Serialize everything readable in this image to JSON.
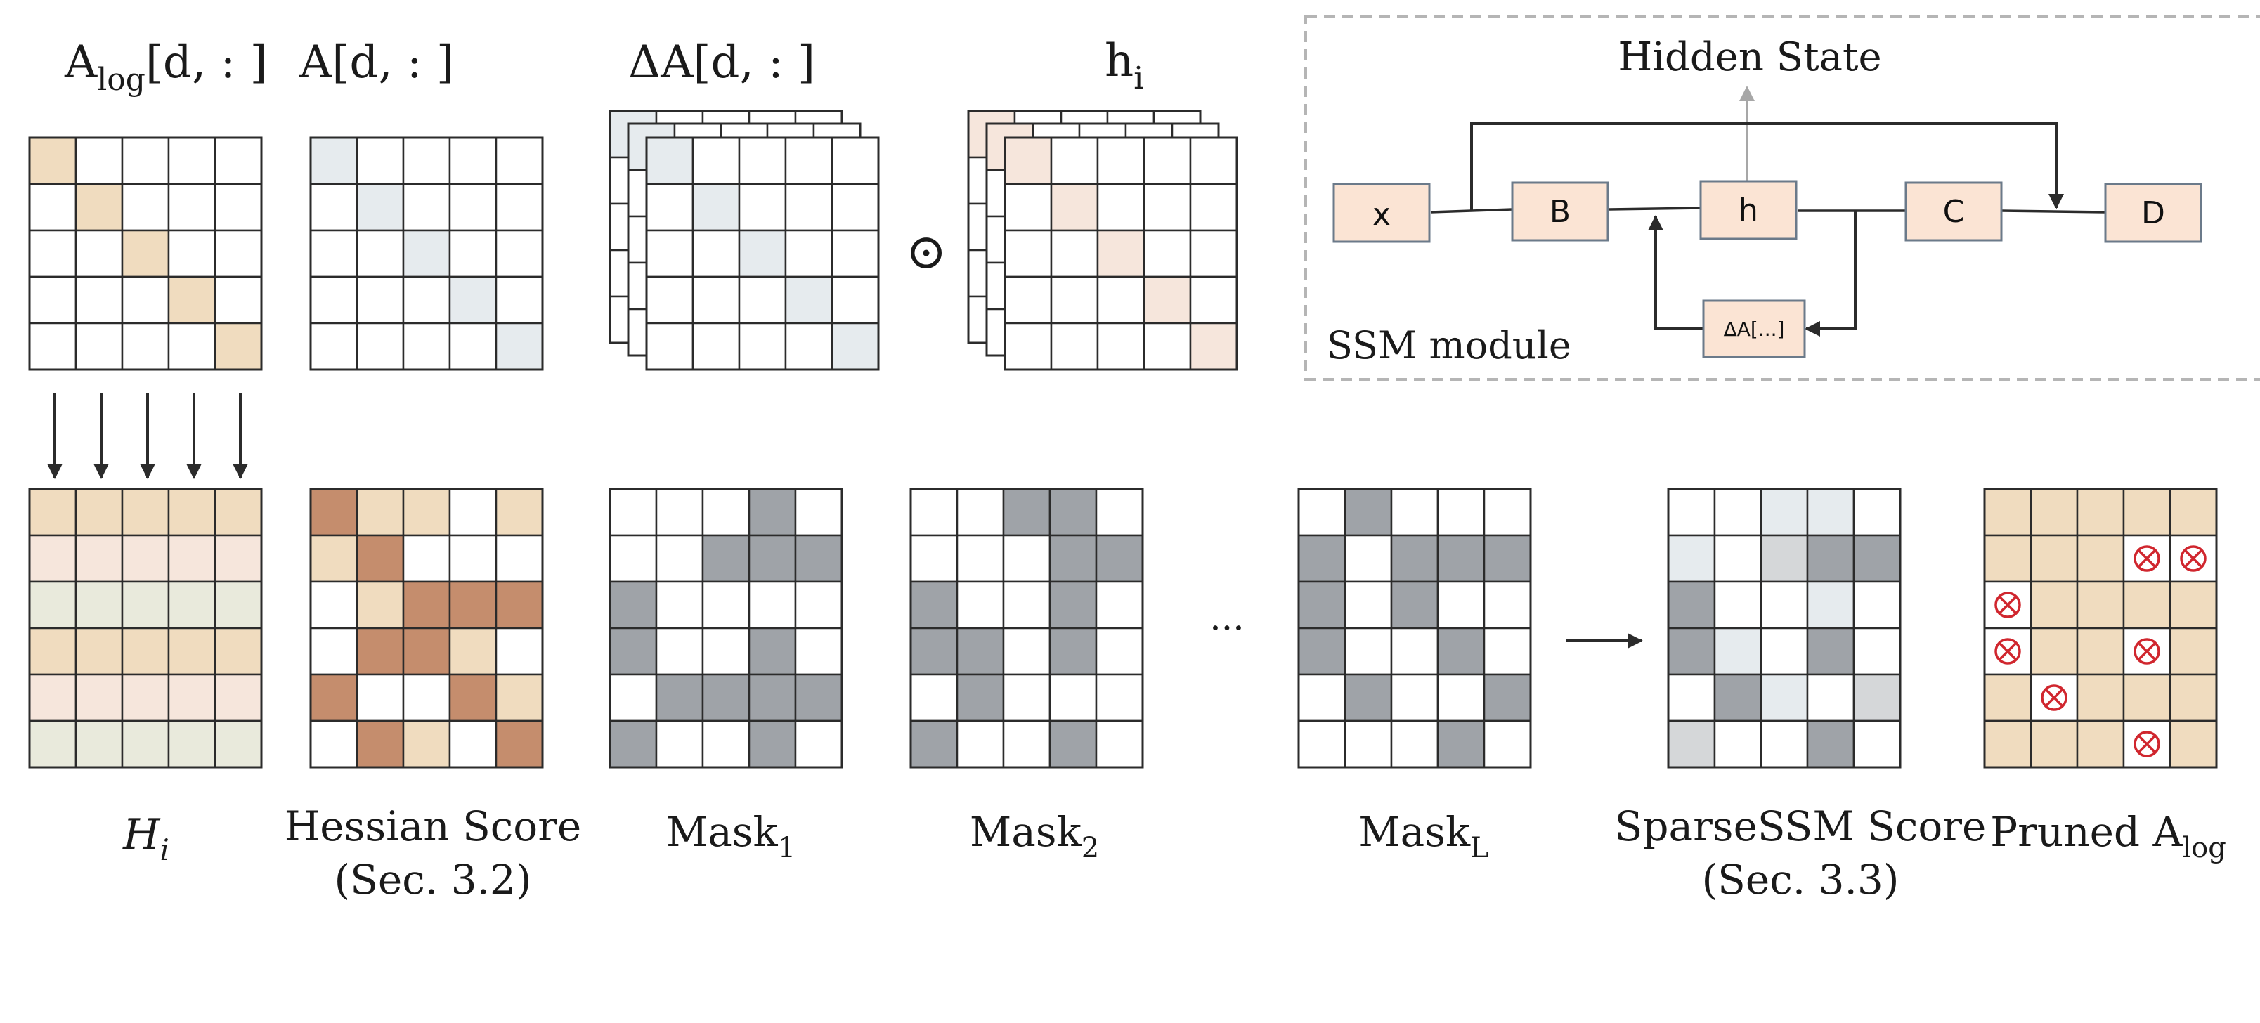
{
  "colors": {
    "line": "#2b2b2b",
    "beige": "#f0dcbf",
    "light_peach": "#f6e6dc",
    "sage": "#e9eadc",
    "blue_gray": "#e6ebee",
    "hessian_dark": "#c58d6d",
    "mask_gray": "#9fa3a8",
    "light_gray": "#d5d7d9",
    "box_fill": "#fbe4d4",
    "box_border": "#6b7a8a",
    "dashed_border": "#b5b5b5",
    "prune_red": "#d0262e",
    "arrow_gray": "#a7a7a7"
  },
  "top": {
    "alog": {
      "main": "A",
      "sub": "log",
      "tail": "[d, : ]"
    },
    "a": {
      "main": "A[d, : ]"
    },
    "delta_a": {
      "main": "ΔA[d, : ]"
    },
    "h": {
      "main": "h",
      "sub": "i"
    },
    "odot_symbol": "⊙"
  },
  "ssm": {
    "caption": "SSM module",
    "hidden_state": "Hidden State",
    "box_x": "x",
    "box_b": "B",
    "box_h": "h",
    "box_c": "C",
    "box_d": "D",
    "box_delta": "ΔA[...]"
  },
  "bottom": {
    "hi": {
      "main": "H",
      "sub": "i"
    },
    "hessian": {
      "line1": "Hessian Score",
      "line2": "(Sec. 3.2)"
    },
    "mask1": {
      "main": "Mask",
      "sub": "1"
    },
    "mask2": {
      "main": "Mask",
      "sub": "2"
    },
    "ellipsis": "···",
    "maskl": {
      "main": "Mask",
      "sub": "L"
    },
    "sparse": {
      "line1": "SparseSSM Score",
      "line2": "(Sec. 3.3)"
    },
    "pruned": {
      "main": "Pruned A",
      "sub": "log"
    }
  },
  "grids": {
    "hi_row_colors": [
      "beige",
      "light_peach",
      "sage",
      "beige",
      "light_peach",
      "sage"
    ],
    "hessian_pattern": [
      "dbbwb",
      "bdwww",
      "wbddd",
      "wddbw",
      "dwwdb",
      "wdbwd"
    ],
    "mask1_pattern": [
      "wwwgw",
      "wwggg",
      "gwwww",
      "gwwgw",
      "wgggg",
      "gwwgw"
    ],
    "mask2_pattern": [
      "wwggw",
      "wwwgg",
      "gwwgw",
      "ggwgw",
      "wgwww",
      "gwwgw"
    ],
    "maskl_pattern": [
      "wgwww",
      "gwggg",
      "gwgww",
      "gwwgw",
      "wgwwg",
      "wwwgw"
    ],
    "sparse_pattern": [
      "wwbbw",
      "bwlgg",
      "gwwbw",
      "gbwgw",
      "wgbwl",
      "lwwgw"
    ],
    "pruned_marks": [
      [
        1,
        3
      ],
      [
        1,
        4
      ],
      [
        2,
        0
      ],
      [
        3,
        0
      ],
      [
        3,
        3
      ],
      [
        4,
        1
      ],
      [
        5,
        3
      ]
    ]
  }
}
